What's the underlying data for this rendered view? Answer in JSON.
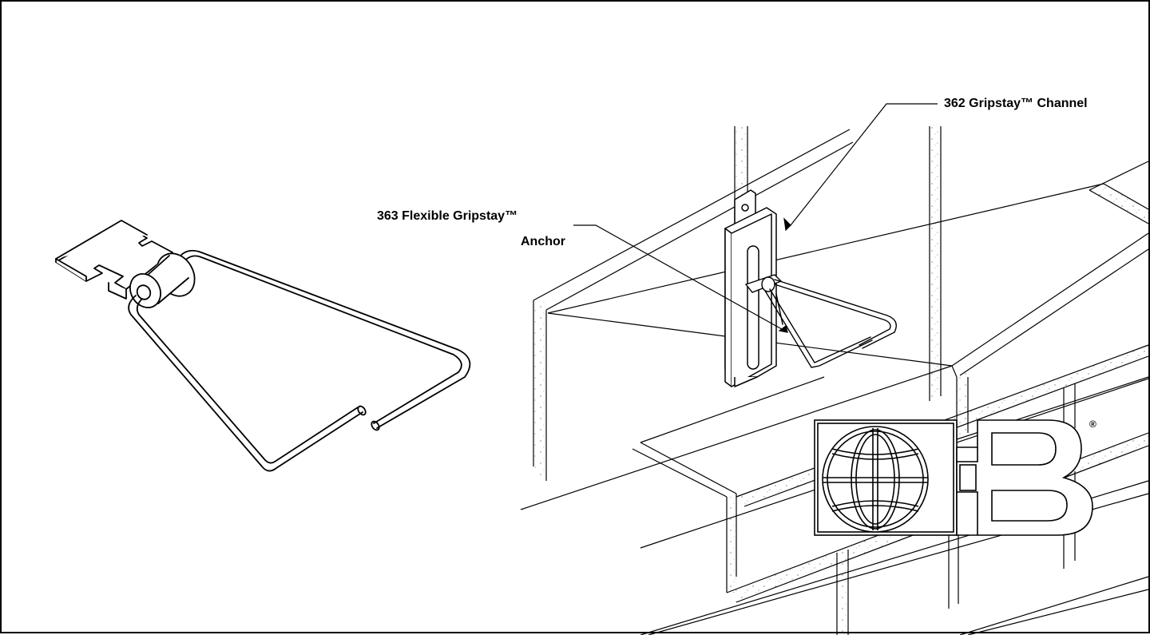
{
  "labels": {
    "channel": "362 Gripstay™ Channel",
    "anchor_line1": "363  Flexible Gripstay™",
    "anchor_line2": "Anchor"
  },
  "logo": {
    "letters": "HB",
    "registered": "®"
  },
  "colors": {
    "ink": "#000000",
    "background": "#ffffff"
  }
}
